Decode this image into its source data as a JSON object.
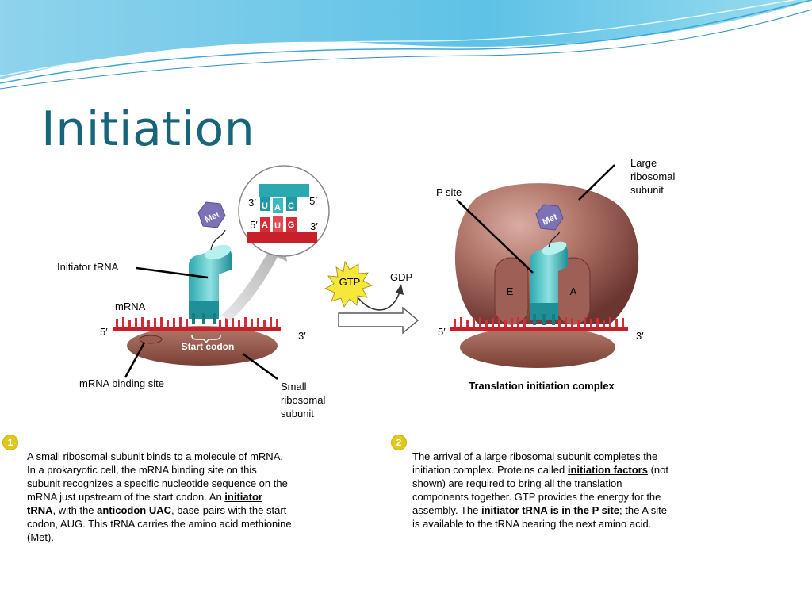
{
  "slide": {
    "title": "Initiation"
  },
  "diagram": {
    "left": {
      "initiator_trna_label": "Initiator tRNA",
      "mrna_label": "mRNA",
      "five_prime": "5′",
      "three_prime": "3′",
      "start_codon_label": "Start codon",
      "mrna_binding_site_label": "mRNA binding site",
      "small_subunit_label": [
        "Small",
        "ribosomal",
        "subunit"
      ],
      "met_label": "Met",
      "inset": {
        "top_left": "3′",
        "top_right": "5′",
        "bottom_left": "5′",
        "bottom_right": "3′",
        "anticodon": [
          "U",
          "A",
          "C"
        ],
        "codon": [
          "A",
          "U",
          "G"
        ]
      }
    },
    "middle": {
      "gtp_label": "GTP",
      "gdp_label": "GDP"
    },
    "right": {
      "large_subunit_label": [
        "Large",
        "ribosomal",
        "subunit"
      ],
      "p_site_label": "P site",
      "e_label": "E",
      "a_label": "A",
      "met_label": "Met",
      "five_prime": "5′",
      "three_prime": "3′",
      "caption": "Translation initiation complex"
    }
  },
  "steps": [
    {
      "number": "1",
      "segments": [
        "A small ribosomal subunit binds to a molecule of mRNA. In a prokaryotic cell, the mRNA binding site on this subunit  recognizes a specific nucleotide sequence on the mRNA just upstream of the start codon. An ",
        "initiator tRNA",
        ", with the ",
        "anticodon UAC",
        ",  base-pairs with the start codon, AUG. This tRNA carries the amino acid methionine (Met)."
      ]
    },
    {
      "number": "2",
      "segments": [
        "The arrival of a large ribosomal subunit completes the initiation complex. Proteins called ",
        "initiation factors",
        " (not shown) are required to bring all the translation components together. GTP provides the energy for the assembly. The ",
        "initiator tRNA is in the P site",
        "; the A site is available to the tRNA bearing the next amino acid."
      ]
    }
  ]
}
